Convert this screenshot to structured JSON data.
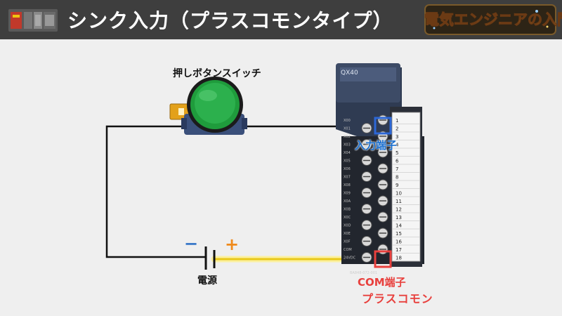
{
  "header": {
    "title": "シンク入力（プラスコモンタイプ）",
    "logo_text": "電気エンジニアの入門"
  },
  "diagram": {
    "pushbutton_label": "押しボタンスイッチ",
    "power_label": "電源",
    "minus_symbol": "−",
    "plus_symbol": "+",
    "input_terminal_label": "入力端子",
    "com_terminal_label": "COM端子",
    "plus_common_label": "プラスコモン",
    "module": {
      "model": "QX40",
      "part_number": "BA848-072-001",
      "terminal_numbers": [
        "1",
        "2",
        "3",
        "4",
        "5",
        "6",
        "7",
        "8",
        "9",
        "10",
        "11",
        "12",
        "13",
        "14",
        "15",
        "16",
        "17",
        "18"
      ],
      "side_labels": [
        "X00",
        "X01",
        "X02",
        "X03",
        "X04",
        "X05",
        "X06",
        "X07",
        "X08",
        "X09",
        "X0A",
        "X0B",
        "X0C",
        "X0D",
        "X0E",
        "X0F",
        "COM",
        "24VDC"
      ]
    }
  },
  "colors": {
    "header_bg": "#3e3e3e",
    "page_bg": "#efefef",
    "wire_black": "#111111",
    "wire_yellow": "#f5e14a",
    "input_highlight": "#2c67d6",
    "com_highlight": "#e8403d",
    "button_green": "#1f9c3c",
    "module_body": "#2f3b52"
  },
  "icons": [
    "plc-icon",
    "pushbutton-icon",
    "battery-icon",
    "plc-module-icon"
  ]
}
